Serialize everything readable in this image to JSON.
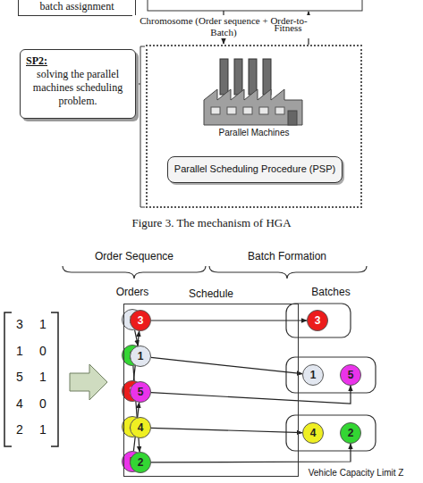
{
  "diagram": {
    "caption": "Figure 3. The mechanism of HGA",
    "nodes": [
      {
        "text": [
          "batch assignment"
        ]
      },
      {
        "text": [
          "SP2:",
          "solving the parallel machines scheduling problem."
        ]
      },
      {
        "text": [
          "Parallel Machines"
        ]
      },
      {
        "text": [
          "Parallel Scheduling Procedure (PSP)"
        ],
        "in": 2
      },
      {
        "text": [
          "1"
        ]
      },
      {
        "text": [
          "2"
        ]
      },
      {
        "text": [
          "3"
        ]
      },
      {
        "text": [
          "4"
        ]
      },
      {
        "text": [
          "5"
        ]
      },
      {
        "text": [
          "Schedule"
        ]
      },
      {
        "text": [
          "3"
        ],
        "in": 9
      },
      {
        "text": [
          "1"
        ],
        "in": 9
      },
      {
        "text": [
          "5"
        ],
        "in": 9
      },
      {
        "text": [
          "4"
        ],
        "in": 9
      },
      {
        "text": [
          "2"
        ],
        "in": 9
      },
      {
        "text": [
          "3"
        ]
      },
      {
        "text": [
          "1"
        ]
      },
      {
        "text": [
          "5"
        ]
      },
      {
        "text": [
          "4"
        ]
      },
      {
        "text": [
          "2"
        ]
      }
    ],
    "edges": [
      {
        "from": 4,
        "to": 11,
        "arrow": "to"
      },
      {
        "from": 5,
        "to": 14,
        "arrow": "to"
      },
      {
        "from": 6,
        "to": 10,
        "arrow": "to"
      },
      {
        "from": 7,
        "to": 13,
        "arrow": "to"
      },
      {
        "from": 8,
        "to": 12,
        "arrow": "to"
      },
      {
        "from": 10,
        "to": 15,
        "arrow": "to"
      },
      {
        "from": 11,
        "to": 16,
        "arrow": "to"
      },
      {
        "from": 12,
        "to": 17,
        "arrow": "to"
      },
      {
        "from": 13,
        "to": 18,
        "arrow": "to"
      },
      {
        "from": 14,
        "to": 19,
        "arrow": "to"
      }
    ],
    "labels": [
      "Chromosome (Order sequence + Order-to-Batch)",
      "Fitness",
      "Order Sequence",
      "Batch Formation",
      "Orders",
      "Batches",
      "3",
      "1",
      "1",
      "0",
      "5",
      "1",
      "4",
      "0",
      "2",
      "1",
      "Vehicle Capacity Limit Z"
    ]
  }
}
